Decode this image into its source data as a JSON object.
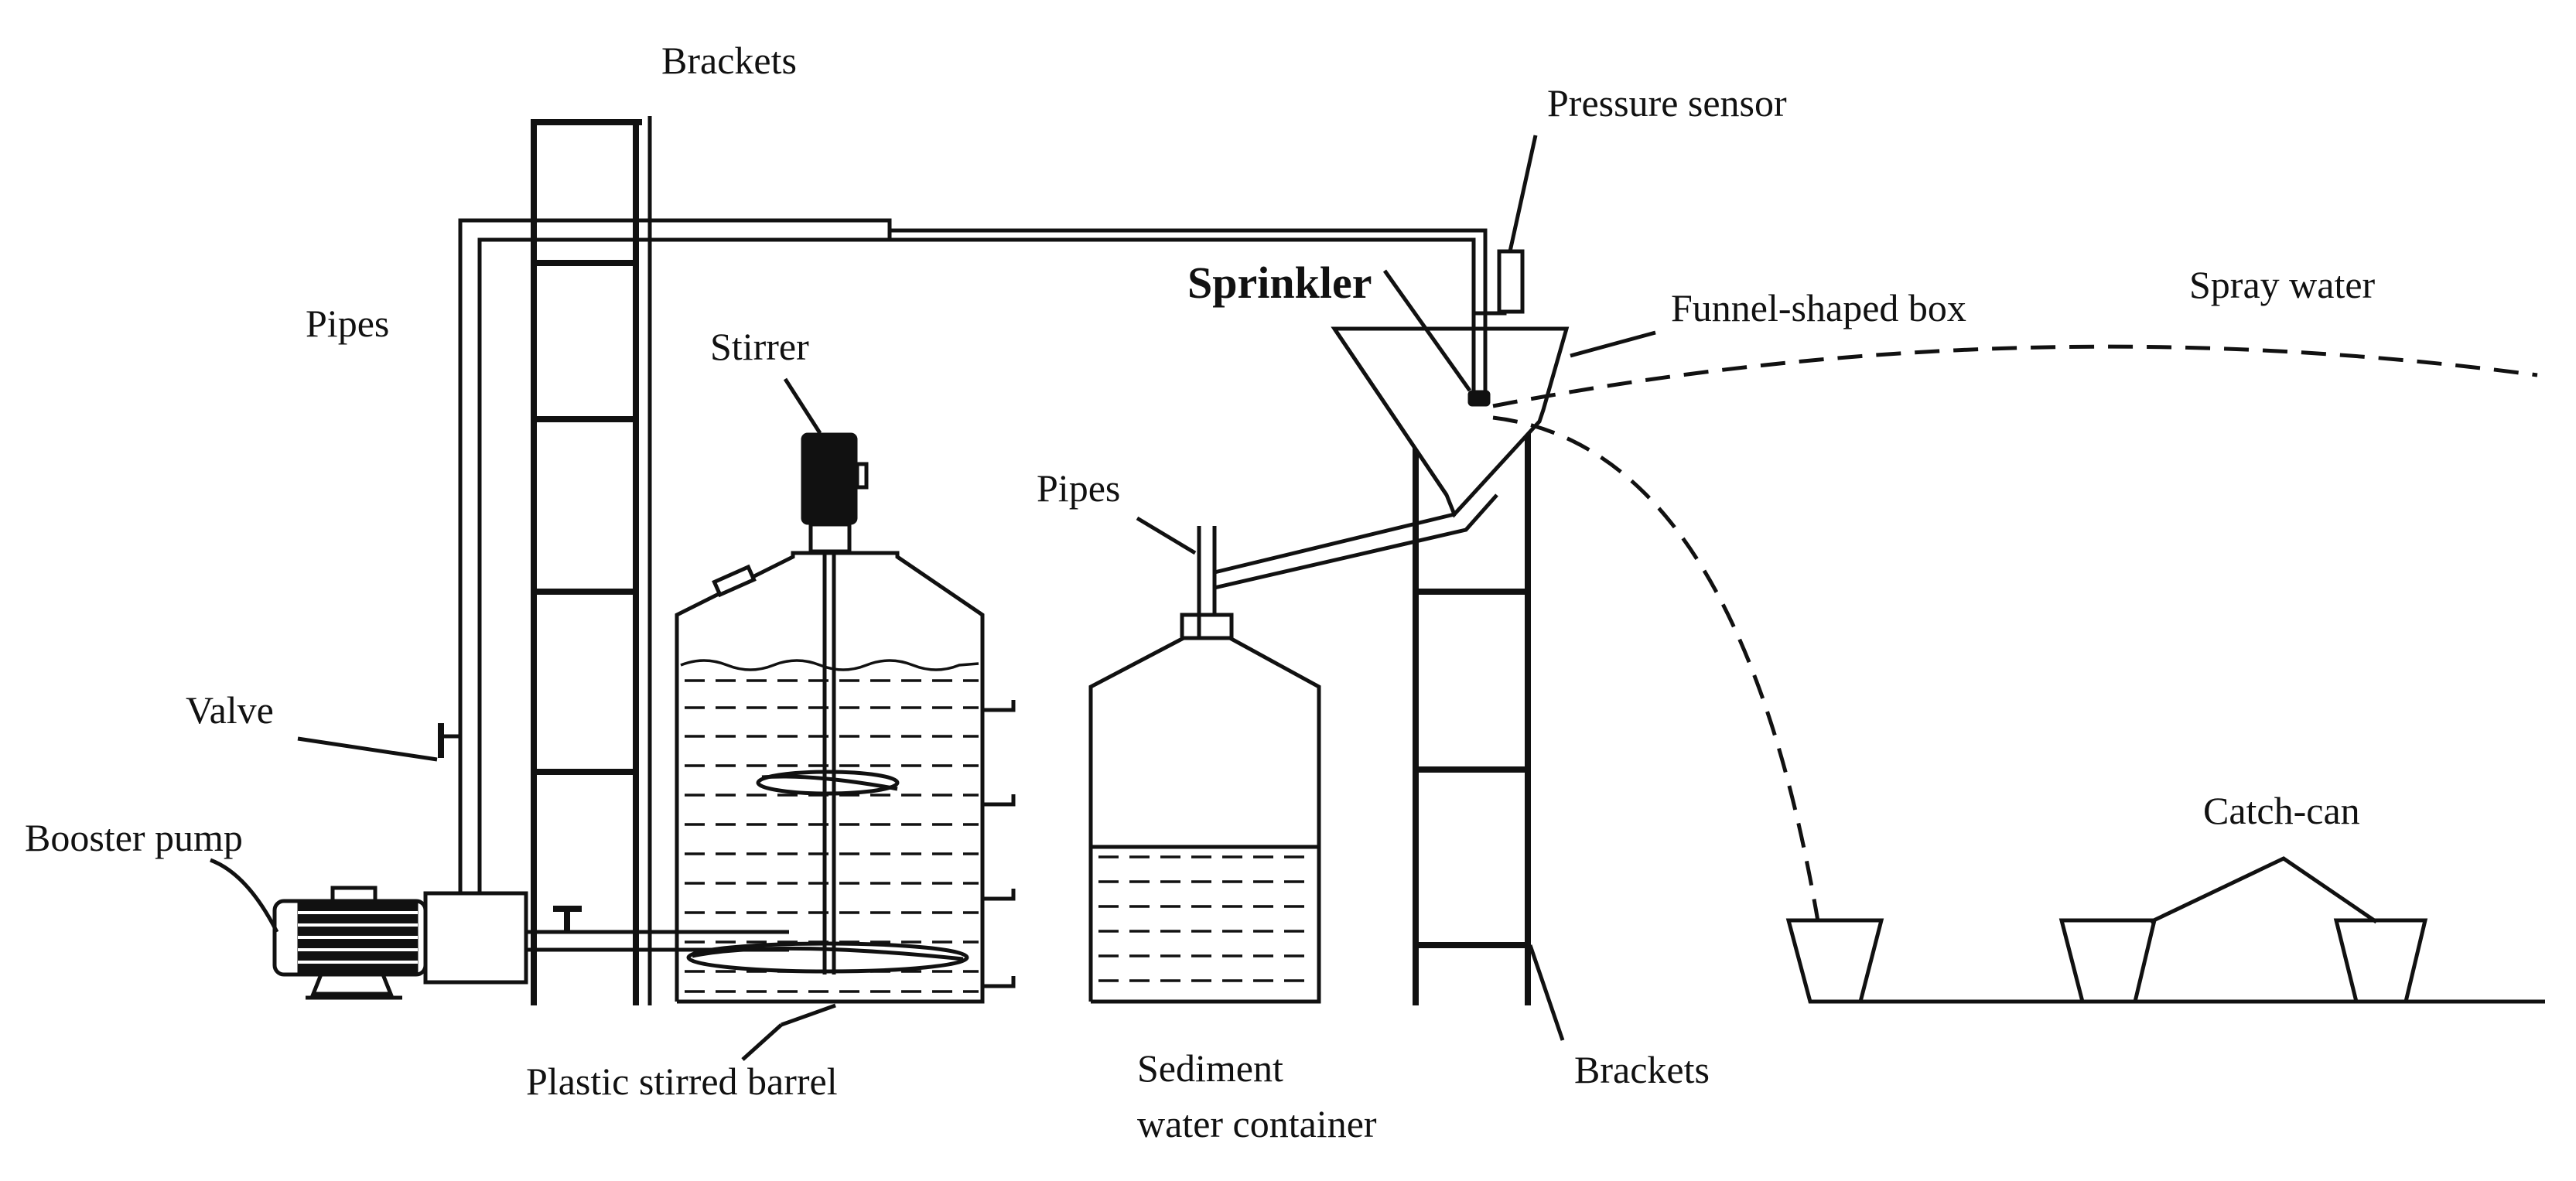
{
  "labels": {
    "brackets_top": "Brackets",
    "pressure_sensor": "Pressure sensor",
    "pipes_left": "Pipes",
    "sprinkler": "Sprinkler",
    "funnel_box": "Funnel-shaped box",
    "spray_water": "Spray water",
    "stirrer": "Stirrer",
    "pipes_mid": "Pipes",
    "valve": "Valve",
    "booster_pump": "Booster pump",
    "catch_can": "Catch-can",
    "plastic_barrel": "Plastic stirred barrel",
    "sediment_line1": "Sediment",
    "sediment_line2": "water container",
    "brackets_bottom": "Brackets"
  },
  "colors": {
    "ink": "#111111",
    "background": "#ffffff"
  }
}
